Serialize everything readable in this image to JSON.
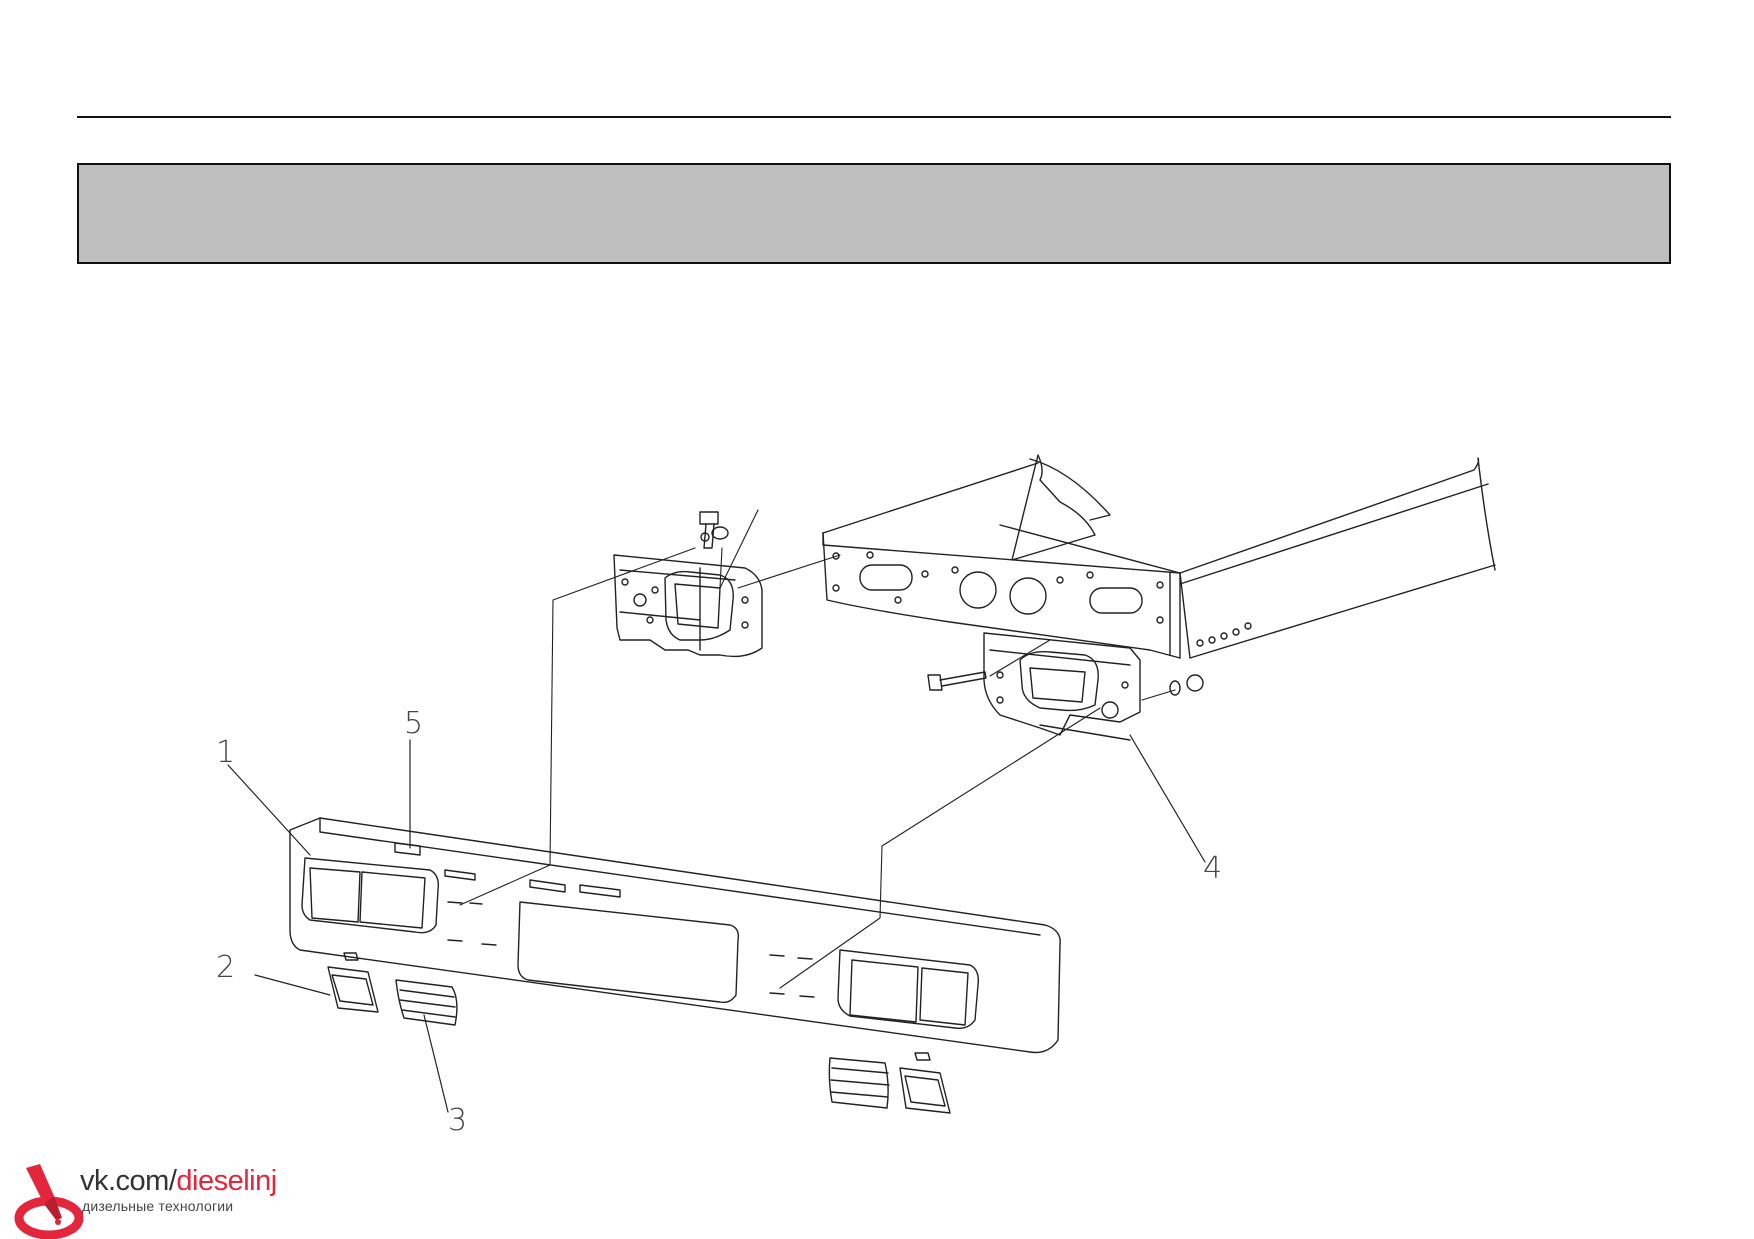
{
  "header": {
    "title": ""
  },
  "callouts": [
    {
      "id": "1",
      "label": "1"
    },
    {
      "id": "2",
      "label": "2"
    },
    {
      "id": "3",
      "label": "3"
    },
    {
      "id": "4",
      "label": "4"
    },
    {
      "id": "5",
      "label": "5"
    }
  ],
  "watermark": {
    "url_prefix": "vk.com/",
    "url_name": "dieselinj",
    "subtitle": "дизельные технологии",
    "accent_color": "#e3263b"
  },
  "colors": {
    "header_band": "#bfbfbf",
    "line": "#111111"
  }
}
